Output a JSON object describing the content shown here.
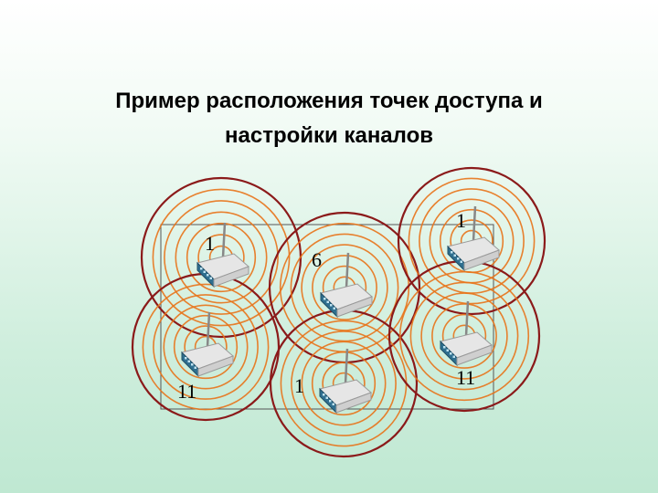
{
  "slide": {
    "title_line1": "Пример расположения точек доступа и",
    "title_line2": "настройки каналов"
  },
  "access_points": [
    {
      "channel": "1"
    },
    {
      "channel": "6"
    },
    {
      "channel": "1"
    },
    {
      "channel": "11"
    },
    {
      "channel": "1"
    },
    {
      "channel": "11"
    }
  ],
  "colors": {
    "outer_ring": "#8b1a1a",
    "inner_ring": "#e8731a",
    "router_body": "#e6e6e6",
    "router_panel": "#2f6f8f",
    "frame": "#555555"
  }
}
